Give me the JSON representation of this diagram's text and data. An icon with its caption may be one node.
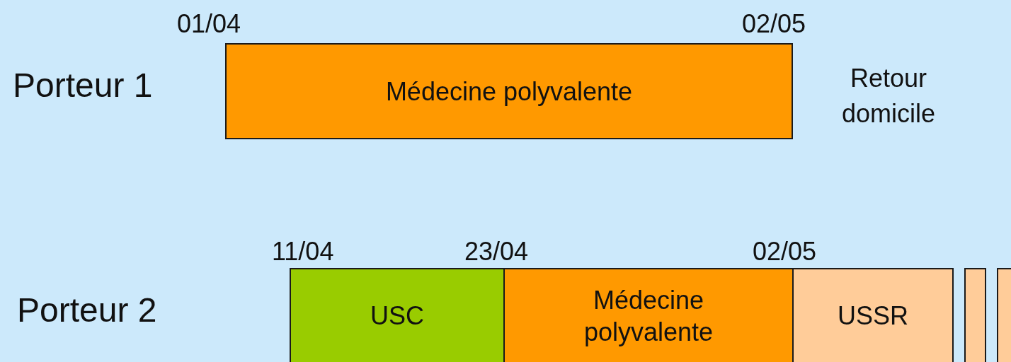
{
  "diagram": {
    "nodes": [
      {
        "text": [
          "Médecine polyvalente"
        ]
      },
      {
        "text": [
          "USC"
        ]
      },
      {
        "text": [
          "Médecine polyvalente"
        ]
      },
      {
        "text": [
          "USSR"
        ]
      },
      {
        "text": [],
        "shape": "box"
      },
      {
        "text": [],
        "shape": "box"
      }
    ],
    "labels": [
      "01/04",
      "02/05",
      "Porteur 1",
      "Retour domicile",
      "11/04",
      "23/04",
      "02/05",
      "Porteur 2"
    ]
  }
}
